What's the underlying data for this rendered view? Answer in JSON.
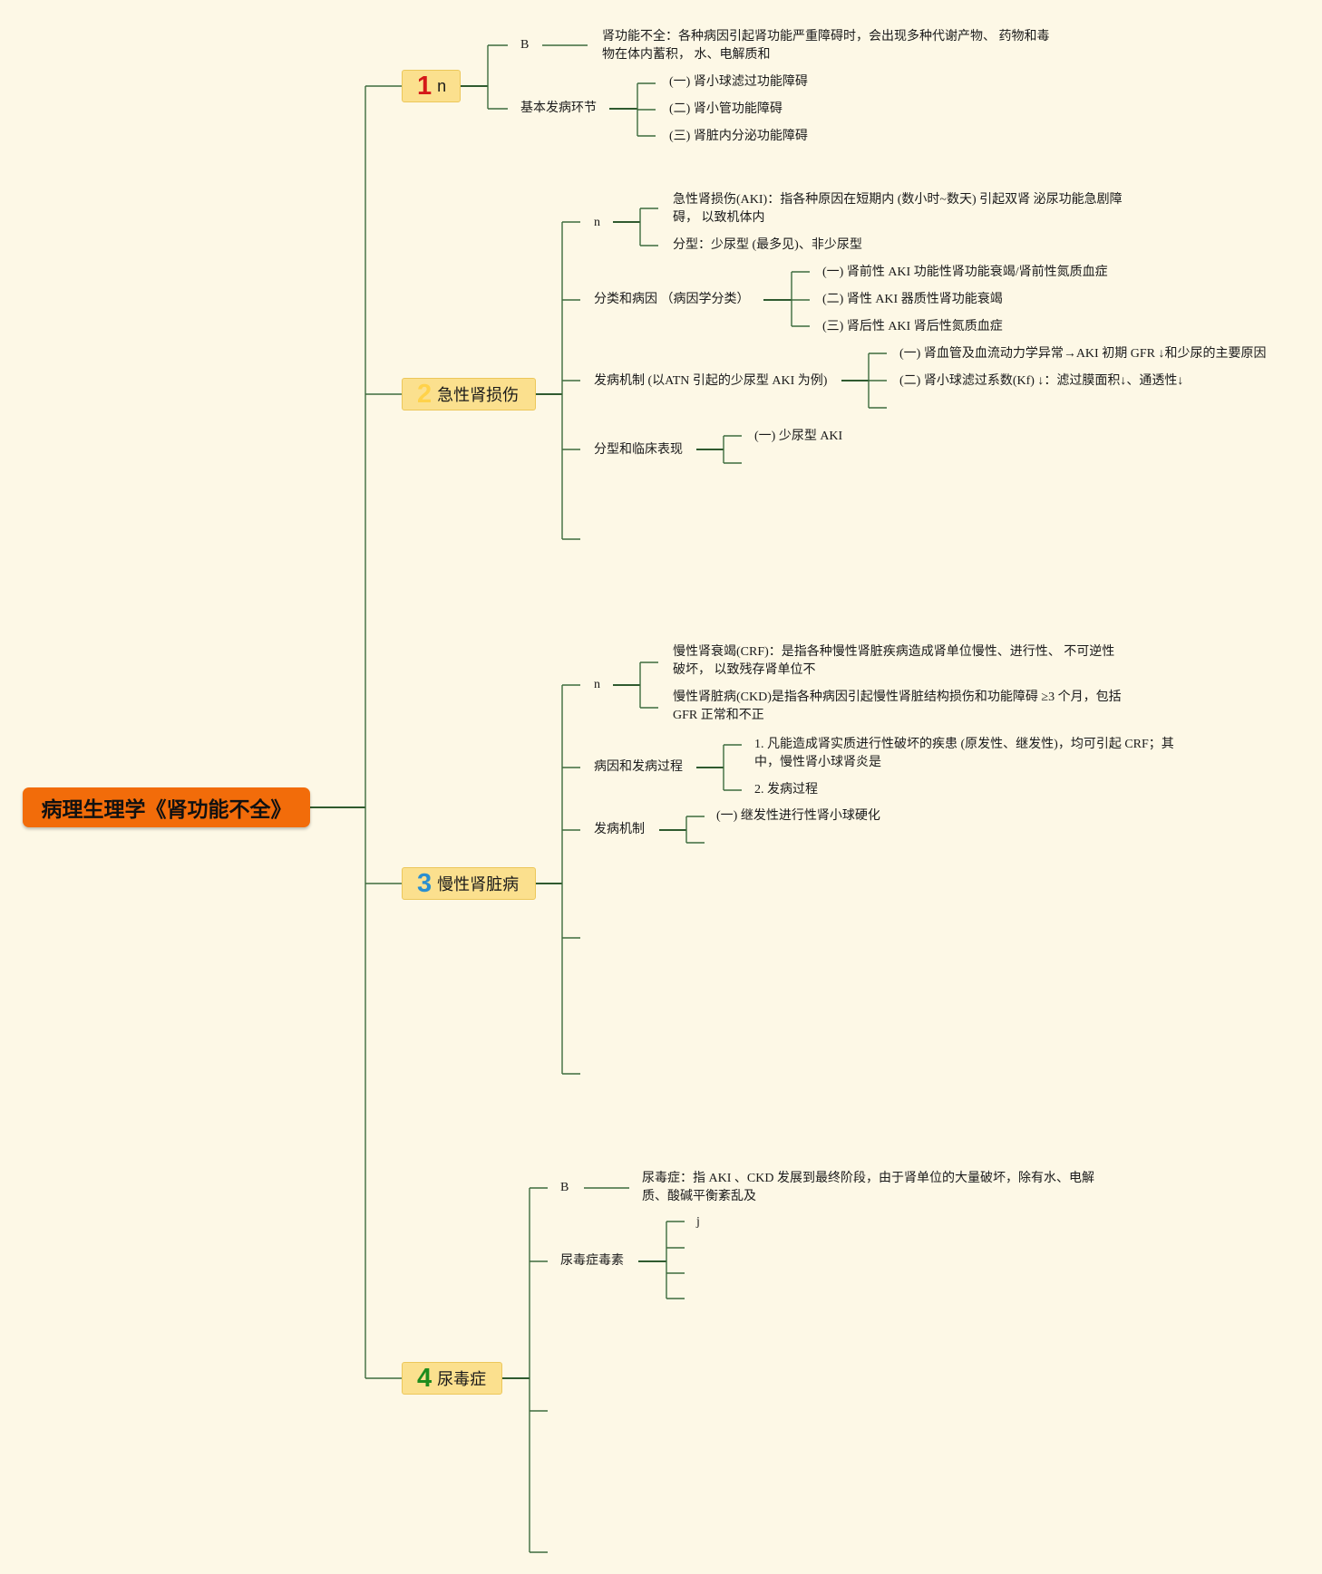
{
  "root": {
    "title": "病理生理学《肾功能不全》"
  },
  "branches": [
    {
      "number": "1",
      "label": "n",
      "children": [
        {
          "label": "B",
          "leaves": [
            "肾功能不全：各种病因引起肾功能严重障碍时，会出现多种代谢产物、 药物和毒物在体内蓄积， 水、电解质和"
          ]
        },
        {
          "label": "基本发病环节",
          "leaves": [
            "(一) 肾小球滤过功能障碍",
            "(二) 肾小管功能障碍",
            "(三) 肾脏内分泌功能障碍"
          ]
        }
      ]
    },
    {
      "number": "2",
      "label": "急性肾损伤",
      "children": [
        {
          "label": "n",
          "leaves": [
            "急性肾损伤(AKI)：指各种原因在短期内 (数小时~数天) 引起双肾 泌尿功能急剧障碍， 以致机体内",
            "分型：少尿型 (最多见)、非少尿型"
          ]
        },
        {
          "label": "分类和病因 （病因学分类）",
          "leaves": [
            "(一) 肾前性 AKI 功能性肾功能衰竭/肾前性氮质血症",
            "(二) 肾性 AKI 器质性肾功能衰竭",
            "(三) 肾后性 AKI 肾后性氮质血症"
          ]
        },
        {
          "label": "发病机制 (以ATN 引起的少尿型 AKI 为例)",
          "leaves": [
            "(一) 肾血管及血流动力学异常→AKI 初期 GFR ↓和少尿的主要原因",
            "(二) 肾小球滤过系数(Kf) ↓：滤过膜面积↓、通透性↓"
          ]
        },
        {
          "label": "分型和临床表现",
          "leaves": [
            "(一) 少尿型 AKI"
          ]
        }
      ]
    },
    {
      "number": "3",
      "label": "慢性肾脏病",
      "children": [
        {
          "label": "n",
          "leaves": [
            "慢性肾衰竭(CRF)：是指各种慢性肾脏疾病造成肾单位慢性、进行性、 不可逆性破坏， 以致残存肾单位不",
            "慢性肾脏病(CKD)是指各种病因引起慢性肾脏结构损伤和功能障碍 ≥3 个月，包括 GFR 正常和不正"
          ]
        },
        {
          "label": "病因和发病过程",
          "leaves": [
            "1. 凡能造成肾实质进行性破坏的疾患 (原发性、继发性)，均可引起 CRF；其中，慢性肾小球肾炎是",
            "2. 发病过程"
          ]
        },
        {
          "label": "发病机制",
          "leaves": [
            "(一) 继发性进行性肾小球硬化"
          ]
        }
      ]
    },
    {
      "number": "4",
      "label": "尿毒症",
      "children": [
        {
          "label": "B",
          "leaves": [
            "尿毒症：指 AKI 、CKD 发展到最终阶段，由于肾单位的大量破坏，除有水、电解质、酸碱平衡紊乱及"
          ]
        },
        {
          "label": "尿毒症毒素",
          "leaves": [
            "j"
          ]
        }
      ]
    }
  ]
}
